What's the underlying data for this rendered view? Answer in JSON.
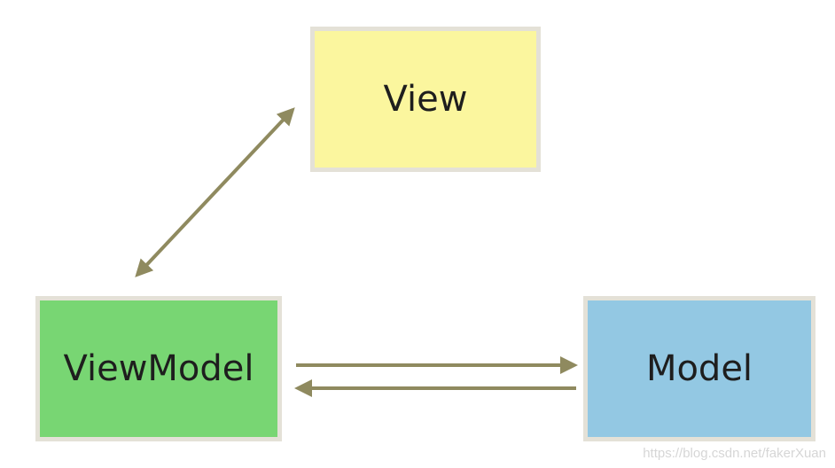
{
  "diagram": {
    "nodes": {
      "view": {
        "label": "View",
        "color": "#fbf69e"
      },
      "viewmodel": {
        "label": "ViewModel",
        "color": "#78d673"
      },
      "model": {
        "label": "Model",
        "color": "#93c8e3"
      }
    },
    "edges": [
      {
        "from": "viewmodel",
        "to": "view",
        "direction": "bidirectional"
      },
      {
        "from": "viewmodel",
        "to": "model",
        "direction": "forward"
      },
      {
        "from": "model",
        "to": "viewmodel",
        "direction": "forward"
      }
    ],
    "arrow_color": "#8f8a5f",
    "border_color": "#e4e1d7"
  },
  "watermark": "https://blog.csdn.net/fakerXuan"
}
